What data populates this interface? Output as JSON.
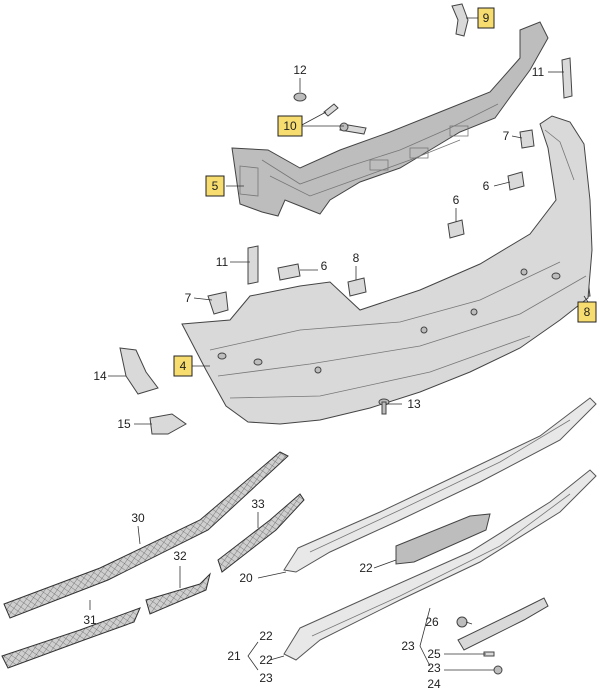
{
  "diagram": {
    "labels": {
      "p4": "4",
      "p5": "5",
      "p6a": "6",
      "p6b": "6",
      "p6c": "6",
      "p7a": "7",
      "p7b": "7",
      "p8a": "8",
      "p8b": "8",
      "p9": "9",
      "p10": "10",
      "p11a": "11",
      "p11b": "11",
      "p12": "12",
      "p13": "13",
      "p14": "14",
      "p15": "15",
      "p20": "20",
      "p21": "21",
      "p22a": "22",
      "p22b": "22",
      "p22c": "22",
      "p23a": "23",
      "p23b": "23",
      "p23c": "23",
      "p24": "24",
      "p25": "25",
      "p26": "26",
      "p30": "30",
      "p31": "31",
      "p32": "32",
      "p33": "33"
    },
    "highlight_color": "#f7dc6f"
  }
}
